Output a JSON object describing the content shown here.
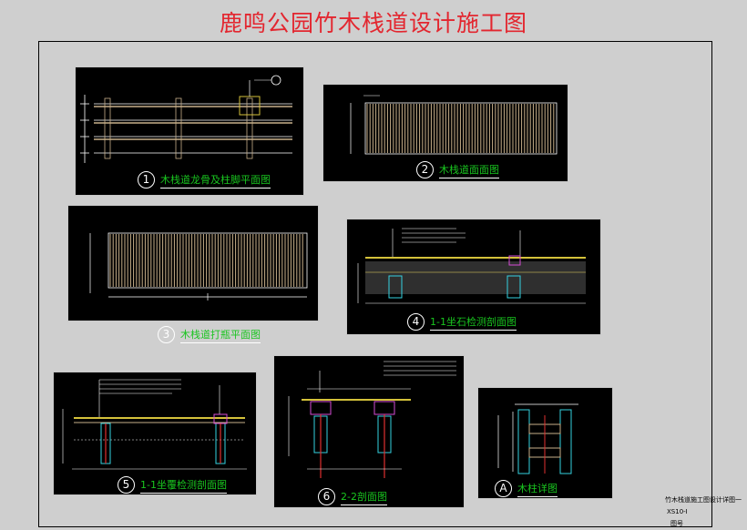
{
  "title": "鹿鸣公园竹木栈道设计施工图",
  "colors": {
    "title": "#e3262f",
    "panel_bg": "#000000",
    "line": "#ffffff",
    "caption": "#19c51f",
    "wood": "#c8b08a",
    "yellow": "#d4c13a",
    "cyan": "#35d2e0",
    "magenta": "#d44bd4",
    "red": "#e03030"
  },
  "panels": [
    {
      "num": "1",
      "caption": "木栈道龙骨及柱脚平面图"
    },
    {
      "num": "2",
      "caption": "木栈道面面图"
    },
    {
      "num": "3",
      "caption": "木栈道打瓶平面图"
    },
    {
      "num": "4",
      "caption": "1-1坐石检测剖面图"
    },
    {
      "num": "5",
      "caption": "1-1坐覆检测剖面图"
    },
    {
      "num": "6",
      "caption": "2-2剖面图"
    },
    {
      "num": "A",
      "caption": "木柱详图"
    }
  ],
  "title_block": {
    "drawing_name": "竹木栈道施工图设计详图一",
    "drawing_no": "XS10-I",
    "sheet": "图号"
  }
}
